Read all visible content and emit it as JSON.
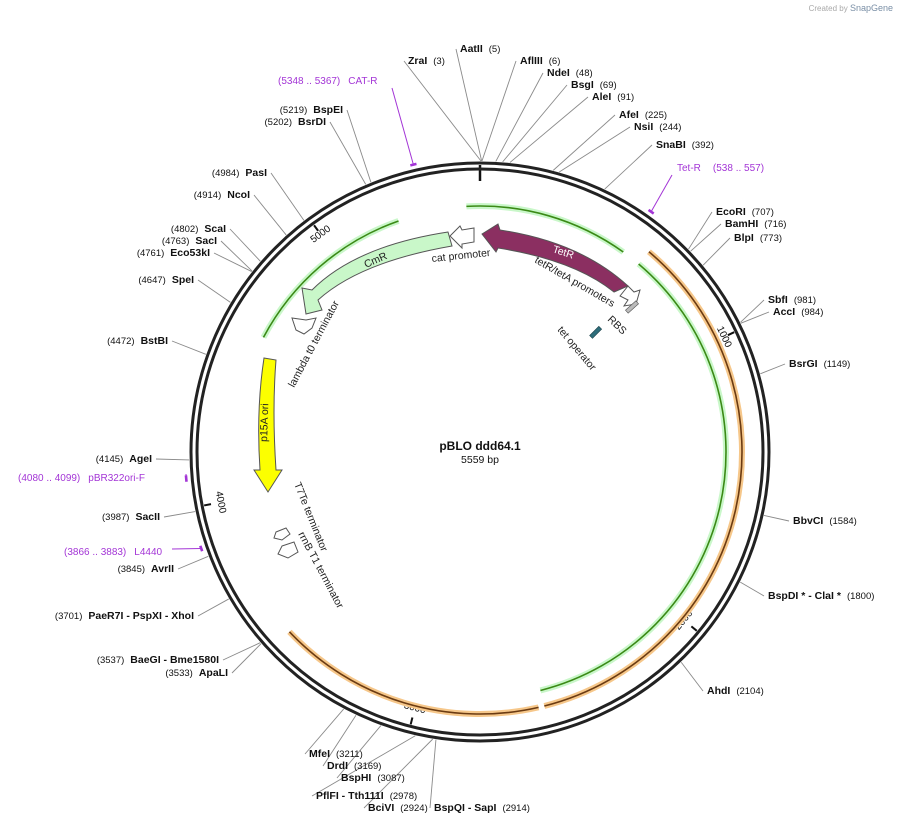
{
  "credit": {
    "prefix": "Created by",
    "brand": "SnapGene"
  },
  "plasmid": {
    "name": "pBLO ddd64.1",
    "length_label": "5559 bp",
    "length": 5559
  },
  "colors": {
    "backbone": "#222222",
    "tetR": "#8b2f61",
    "cmr": "#c9f7c9",
    "p15a": "#fcff00",
    "green_arc": "#3b8a16",
    "orange_arc": "#f6c78a",
    "primer": "#a335d6",
    "operator": "#2d6d7a"
  },
  "ticks": [
    {
      "bp": 1000,
      "label": "1000"
    },
    {
      "bp": 2000,
      "label": "2000"
    },
    {
      "bp": 3000,
      "label": "3000"
    },
    {
      "bp": 4000,
      "label": "4000"
    },
    {
      "bp": 5000,
      "label": "5000"
    }
  ],
  "enzymes": [
    {
      "name": "AatII",
      "pos": "(5)",
      "bp": 5
    },
    {
      "name": "ZraI",
      "pos": "(3)",
      "bp": 3
    },
    {
      "name": "AflIII",
      "pos": "(6)",
      "bp": 6
    },
    {
      "name": "NdeI",
      "pos": "(48)",
      "bp": 48
    },
    {
      "name": "BsgI",
      "pos": "(69)",
      "bp": 69
    },
    {
      "name": "AleI",
      "pos": "(91)",
      "bp": 91
    },
    {
      "name": "AfeI",
      "pos": "(225)",
      "bp": 225
    },
    {
      "name": "NsiI",
      "pos": "(244)",
      "bp": 244
    },
    {
      "name": "SnaBI",
      "pos": "(392)",
      "bp": 392
    },
    {
      "name": "EcoRI",
      "pos": "(707)",
      "bp": 707
    },
    {
      "name": "BamHI",
      "pos": "(716)",
      "bp": 716
    },
    {
      "name": "BlpI",
      "pos": "(773)",
      "bp": 773
    },
    {
      "name": "SbfI",
      "pos": "(981)",
      "bp": 981
    },
    {
      "name": "AccI",
      "pos": "(984)",
      "bp": 984
    },
    {
      "name": "BsrGI",
      "pos": "(1149)",
      "bp": 1149
    },
    {
      "name": "BbvCI",
      "pos": "(1584)",
      "bp": 1584
    },
    {
      "name": "BspDI * - ClaI *",
      "pos": "(1800)",
      "bp": 1800
    },
    {
      "name": "AhdI",
      "pos": "(2104)",
      "bp": 2104
    },
    {
      "name": "BspQI - SapI",
      "pos": "(2914)",
      "bp": 2914
    },
    {
      "name": "BciVI",
      "pos": "(2924)",
      "bp": 2924
    },
    {
      "name": "PflFI - Tth111I",
      "pos": "(2978)",
      "bp": 2978
    },
    {
      "name": "BspHI",
      "pos": "(3087)",
      "bp": 3087
    },
    {
      "name": "DrdI",
      "pos": "(3169)",
      "bp": 3169
    },
    {
      "name": "MfeI",
      "pos": "(3211)",
      "bp": 3211
    },
    {
      "name": "ApaLI",
      "pos": "(3533)",
      "bp": 3533
    },
    {
      "name": "BaeGI - Bme1580I",
      "pos": "(3537)",
      "bp": 3537
    },
    {
      "name": "PaeR7I - PspXI - XhoI",
      "pos": "(3701)",
      "bp": 3701
    },
    {
      "name": "AvrII",
      "pos": "(3845)",
      "bp": 3845
    },
    {
      "name": "SacII",
      "pos": "(3987)",
      "bp": 3987
    },
    {
      "name": "AgeI",
      "pos": "(4145)",
      "bp": 4145
    },
    {
      "name": "BstBI",
      "pos": "(4472)",
      "bp": 4472
    },
    {
      "name": "SpeI",
      "pos": "(4647)",
      "bp": 4647
    },
    {
      "name": "Eco53kI",
      "pos": "(4761)",
      "bp": 4761
    },
    {
      "name": "SacI",
      "pos": "(4763)",
      "bp": 4763
    },
    {
      "name": "ScaI",
      "pos": "(4802)",
      "bp": 4802
    },
    {
      "name": "NcoI",
      "pos": "(4914)",
      "bp": 4914
    },
    {
      "name": "PasI",
      "pos": "(4984)",
      "bp": 4984
    },
    {
      "name": "BsrDI",
      "pos": "(5202)",
      "bp": 5202
    },
    {
      "name": "BspEI",
      "pos": "(5219)",
      "bp": 5219
    }
  ],
  "primers": [
    {
      "name": "CAT-R",
      "range": "(5348 .. 5367)",
      "start": 5348,
      "end": 5367
    },
    {
      "name": "Tet-R",
      "range": "(538 .. 557)",
      "start": 538,
      "end": 557
    },
    {
      "name": "pBR322ori-F",
      "range": "(4080 .. 4099)",
      "start": 4080,
      "end": 4099
    },
    {
      "name": "L4440",
      "range": "(3866 .. 3883)",
      "range_end": 3883,
      "start": 3866,
      "end": 3883
    }
  ],
  "features": {
    "tetR": "TetR",
    "cmr": "CmR",
    "p15a": "p15A ori",
    "cat_promoter": "cat promoter",
    "tet_promoters": "tetR/tetA promoters",
    "rbs": "RBS",
    "tet_operator": "tet operator",
    "lambda_t0": "lambda t0 terminator",
    "t7te": "T7Te terminator",
    "rrnb_t1": "rrnB T1 terminator"
  }
}
